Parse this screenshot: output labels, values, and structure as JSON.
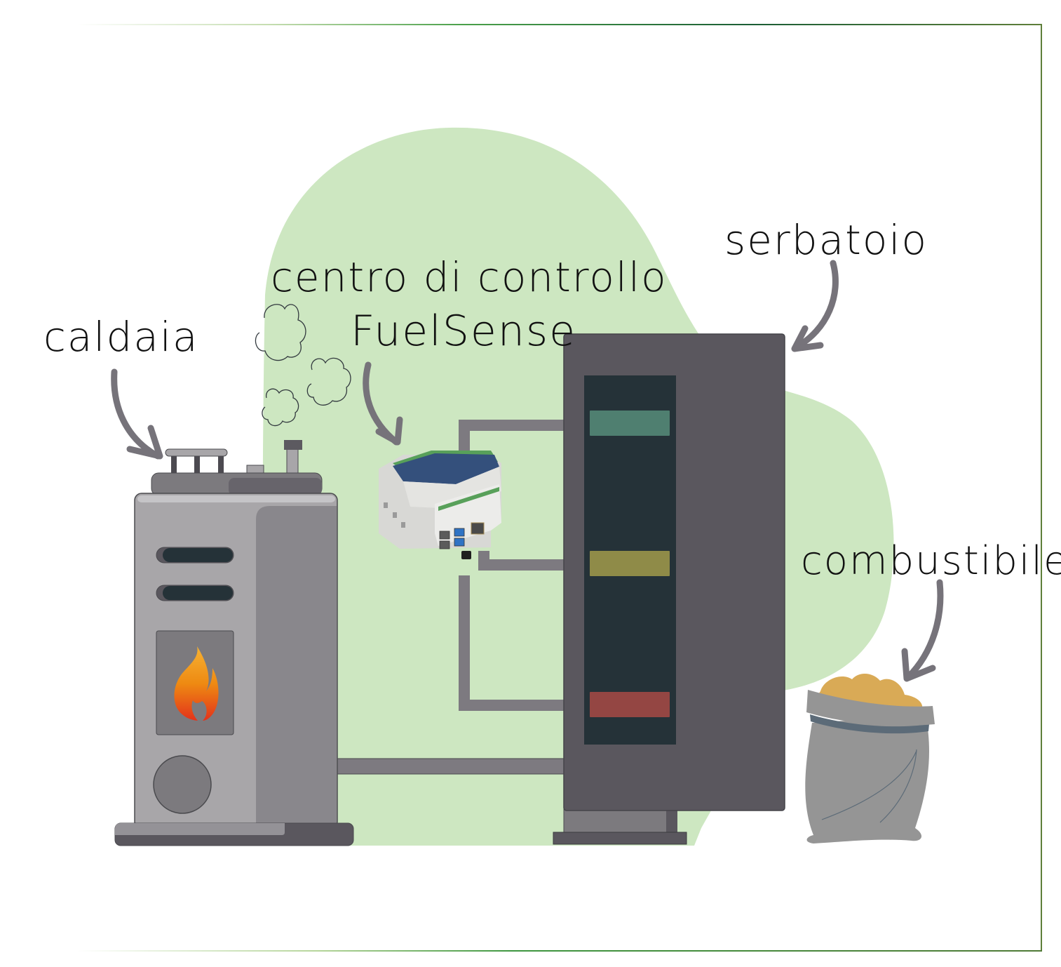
{
  "diagram": {
    "title": "FuelSense system overview",
    "labels": {
      "boiler": "caldaia",
      "control_line1": "centro di controllo",
      "control_line2": "FuelSense",
      "tank": "serbatoio",
      "fuel": "combustibile"
    },
    "tank_indicators": [
      {
        "name": "high-level",
        "color": "#4f7f70"
      },
      {
        "name": "mid-level",
        "color": "#8f8b48"
      },
      {
        "name": "low-level",
        "color": "#944643"
      }
    ],
    "colors": {
      "blob": "#cde7c1",
      "frame_dark": "#1f5e32",
      "frame_light": "#8bbd6a",
      "tank_body": "#5a575e",
      "tank_window": "#253238",
      "boiler_light": "#a8a6a9",
      "boiler_dark": "#89878c",
      "pipe": "#7d7a80",
      "arrow": "#76737a",
      "fuel": "#d9aa56",
      "sack": "#959595",
      "sack_band": "#5c6b78",
      "controller_top": "#34507c",
      "controller_body": "#e4e4e1"
    }
  }
}
